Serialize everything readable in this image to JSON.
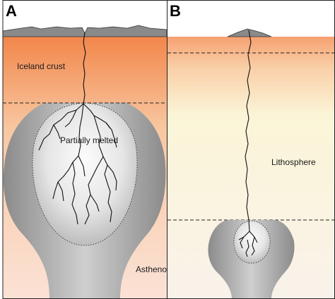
{
  "panels": [
    {
      "letter": "A",
      "labels": {
        "crust": "Iceland crust",
        "melt": "Partially melted",
        "mantle": "Asthenosphere"
      }
    },
    {
      "letter": "B",
      "labels": {
        "lith": "Lithosphere"
      }
    }
  ],
  "colors": {
    "crust_top": "#f2864a",
    "crust_bottom": "#fbe2c8",
    "lith_top": "#f6a070",
    "lith_bottom": "#fbfbe6",
    "plume_outer": "#8e8e8e",
    "plume_inner": "#f4f4f4",
    "mountains": "#8a8a8a"
  }
}
